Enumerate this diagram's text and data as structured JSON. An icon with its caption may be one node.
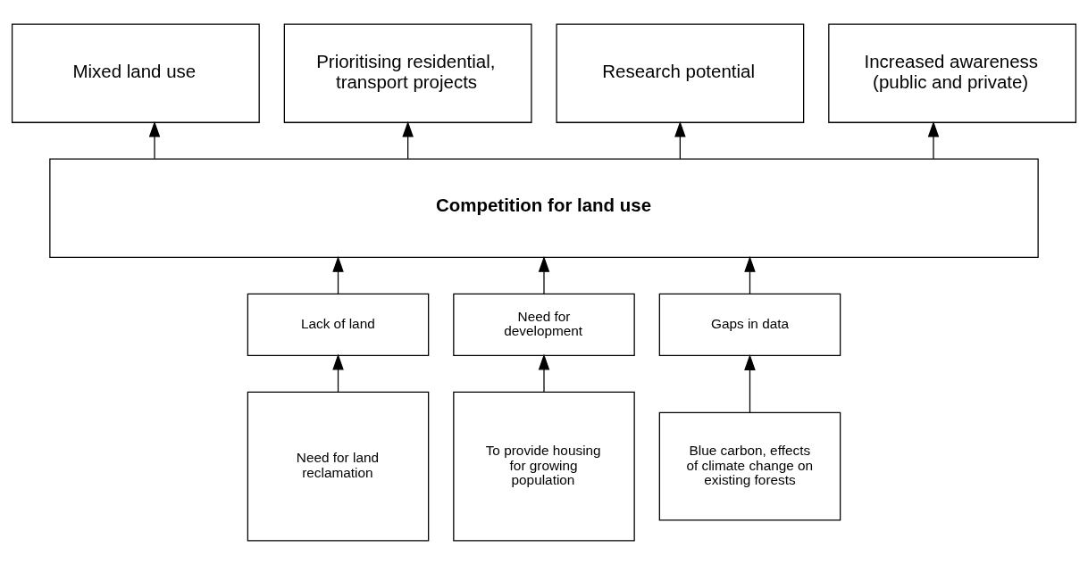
{
  "diagram": {
    "nodes": [
      {
        "text": [
          "Mixed land use"
        ]
      },
      {
        "text": [
          "Prioritising residential, transport projects"
        ]
      },
      {
        "text": [
          "Research potential"
        ]
      },
      {
        "text": [
          "Increased awareness (public and private)"
        ]
      },
      {
        "text": [
          "Competition for land use"
        ]
      },
      {
        "text": [
          "Lack of land"
        ]
      },
      {
        "text": [
          "Need for development"
        ]
      },
      {
        "text": [
          "Gaps in data"
        ]
      },
      {
        "text": [
          "Need for land reclamation"
        ]
      },
      {
        "text": [
          "To provide housing for growing population"
        ]
      },
      {
        "text": [
          "Blue carbon, effects of climate change on existing forests"
        ]
      }
    ],
    "edges": [
      {
        "from": 4,
        "to": 0,
        "arrow": "to"
      },
      {
        "from": 4,
        "to": 1,
        "arrow": "to"
      },
      {
        "from": 4,
        "to": 2,
        "arrow": "to"
      },
      {
        "from": 4,
        "to": 3,
        "arrow": "to"
      },
      {
        "from": 5,
        "to": 4,
        "arrow": "to"
      },
      {
        "from": 6,
        "to": 4,
        "arrow": "to"
      },
      {
        "from": 7,
        "to": 4,
        "arrow": "to"
      },
      {
        "from": 8,
        "to": 5,
        "arrow": "to"
      },
      {
        "from": 9,
        "to": 6,
        "arrow": "to"
      },
      {
        "from": 10,
        "to": 7,
        "arrow": "to"
      }
    ]
  }
}
